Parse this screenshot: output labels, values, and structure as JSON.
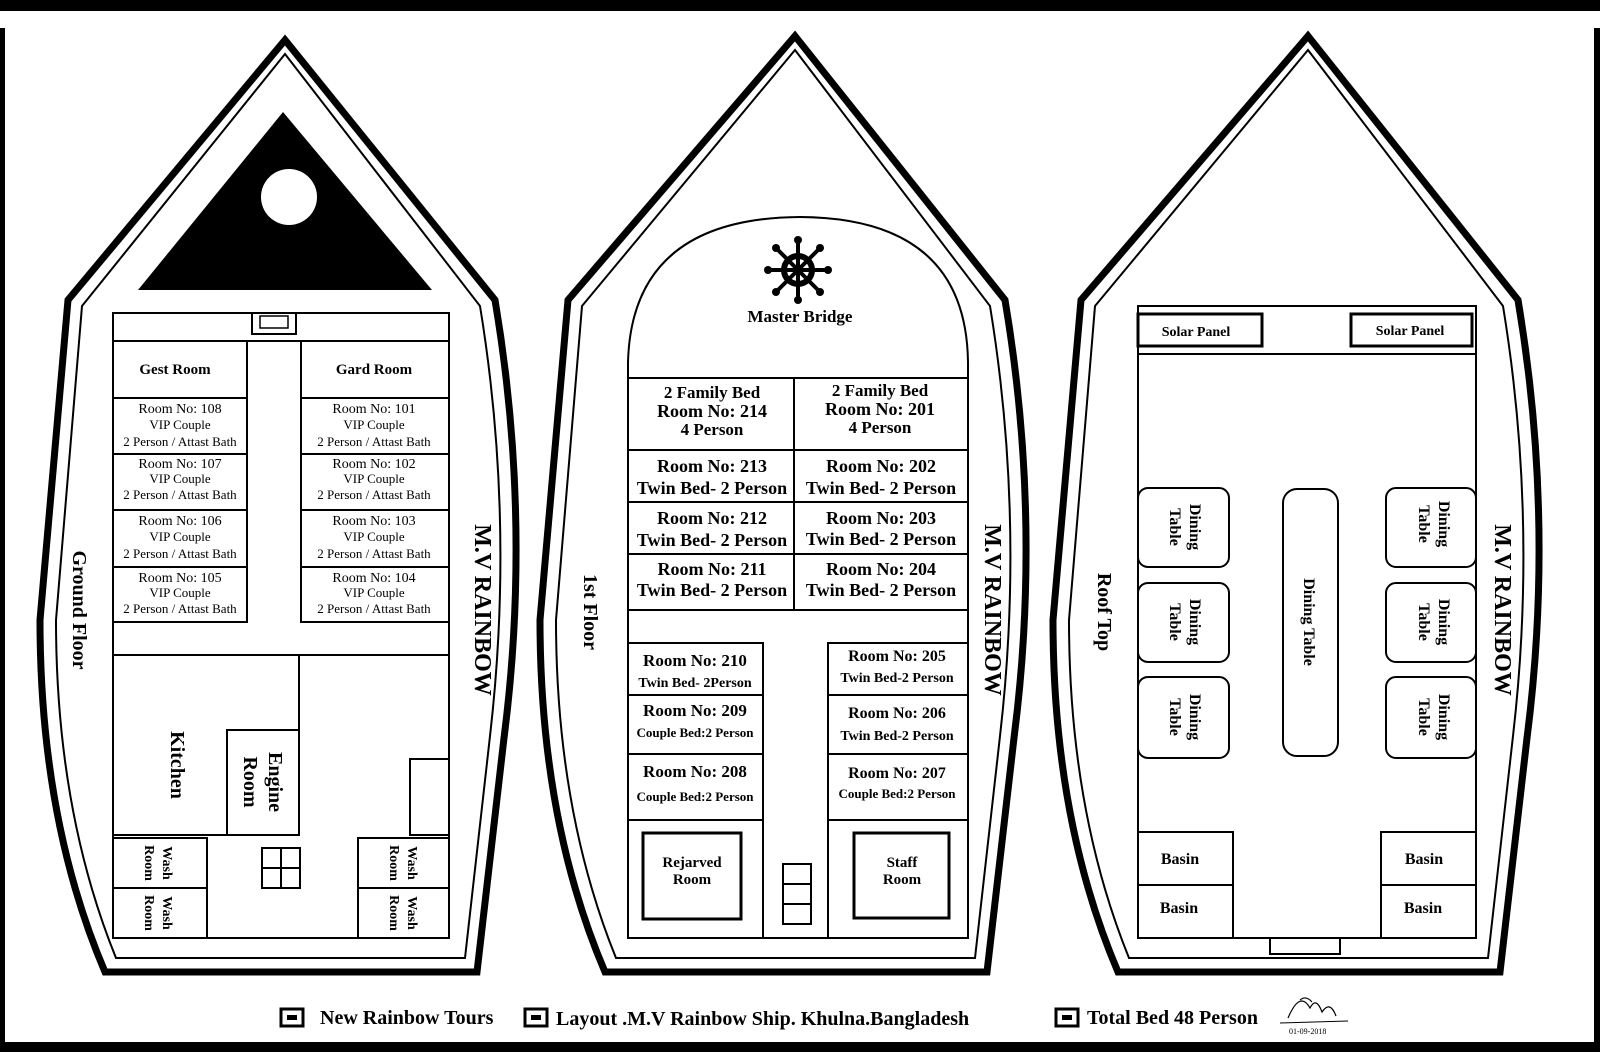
{
  "ground_floor": {
    "floor_label": "Ground Floor",
    "ship_name": "M.V RAINBOW",
    "gest_room": "Gest Room",
    "gard_room": "Gard Room",
    "rooms_left": [
      {
        "room": "Room No: 108",
        "type": "VIP Couple",
        "info": "2 Person / Attast Bath"
      },
      {
        "room": "Room No: 107",
        "type": "VIP Couple",
        "info": "2 Person / Attast Bath"
      },
      {
        "room": "Room No: 106",
        "type": "VIP Couple",
        "info": "2 Person / Attast Bath"
      },
      {
        "room": "Room No: 105",
        "type": "VIP Couple",
        "info": "2 Person / Attast Bath"
      }
    ],
    "rooms_right": [
      {
        "room": "Room No: 101",
        "type": "VIP Couple",
        "info": "2 Person / Attast Bath"
      },
      {
        "room": "Room No: 102",
        "type": "VIP Couple",
        "info": "2 Person / Attast Bath"
      },
      {
        "room": "Room No: 103",
        "type": "VIP Couple",
        "info": "2 Person / Attast Bath"
      },
      {
        "room": "Room No: 104",
        "type": "VIP Couple",
        "info": "2 Person / Attast Bath"
      }
    ],
    "kitchen": "Kitchen",
    "engine_room": [
      "Engine",
      "Room"
    ],
    "wash_room": [
      "Wash",
      "Room"
    ]
  },
  "first_floor": {
    "floor_label": "1st Floor",
    "ship_name": "M.V RAINBOW",
    "master_bridge": "Master Bridge",
    "family_left": [
      "2 Family Bed",
      "Room No: 214",
      "4 Person"
    ],
    "family_right": [
      "2 Family Bed",
      "Room No: 201",
      "4 Person"
    ],
    "twin_left": [
      {
        "room": "Room No: 213",
        "type": "Twin Bed- 2 Person"
      },
      {
        "room": "Room No: 212",
        "type": "Twin Bed- 2 Person"
      },
      {
        "room": "Room No: 211",
        "type": "Twin Bed- 2 Person"
      }
    ],
    "twin_right": [
      {
        "room": "Room No: 202",
        "type": "Twin Bed- 2 Person"
      },
      {
        "room": "Room No: 203",
        "type": "Twin Bed- 2 Person"
      },
      {
        "room": "Room No: 204",
        "type": "Twin Bed- 2 Person"
      }
    ],
    "lower_left": [
      {
        "room": "Room No: 210",
        "type": "Twin Bed- 2Person"
      },
      {
        "room": "Room No: 209",
        "type": "Couple Bed:2 Person"
      },
      {
        "room": "Room No: 208",
        "type": "Couple Bed:2 Person"
      }
    ],
    "lower_right": [
      {
        "room": "Room No: 205",
        "type": "Twin Bed-2 Person"
      },
      {
        "room": "Room No: 206",
        "type": "Twin Bed-2 Person"
      },
      {
        "room": "Room No: 207",
        "type": "Couple Bed:2 Person"
      }
    ],
    "reserved_room": [
      "Rejarved",
      "Room"
    ],
    "staff_room": [
      "Staff",
      "Room"
    ]
  },
  "roof_top": {
    "floor_label": "Roof Top",
    "ship_name": "M.V RAINBOW",
    "solar_panel": "Solar Panel",
    "dining_table_short": [
      "Dining",
      "Table"
    ],
    "dining_table_long": "Dining Table",
    "basin": "Basin"
  },
  "footer": {
    "company": "New Rainbow Tours",
    "layout": "Layout .M.V Rainbow Ship. Khulna.Bangladesh",
    "total": "Total Bed  48 Person",
    "signature_date": "01-09-2018"
  }
}
